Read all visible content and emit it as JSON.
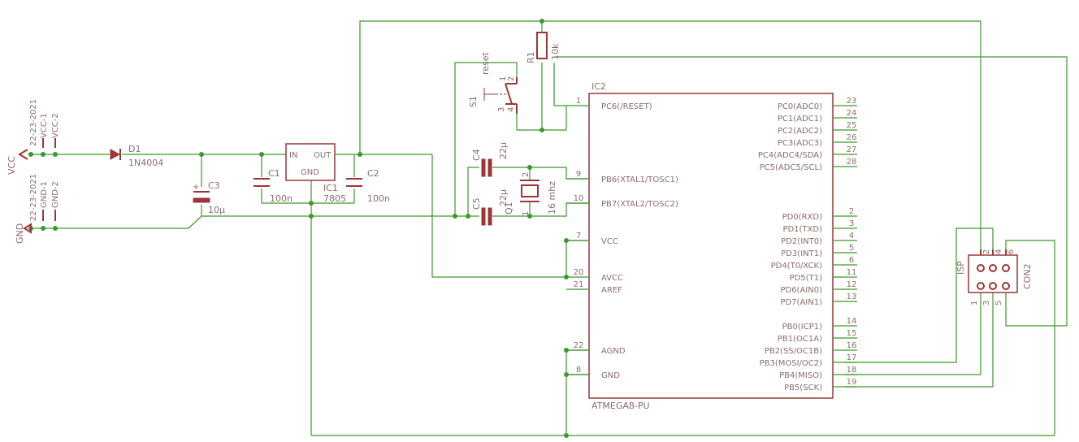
{
  "labels": {
    "vcc": "VCC",
    "gnd": "GND",
    "vcc_conn_a": "22-23-2021",
    "vcc_conn_b": "VCC-1",
    "vcc_conn_c": "VCC-2",
    "gnd_conn_a": "22-23-2021",
    "gnd_conn_b": "GND-1",
    "gnd_conn_c": "GND-2",
    "d1": "D1",
    "d1_value": "1N4004",
    "c3": "C3",
    "c3_value": "10µ",
    "c1": "C1",
    "c1_value": "100n",
    "ic1_in": "IN",
    "ic1_out": "OUT",
    "ic1_gnd": "GND",
    "ic1": "IC1",
    "ic1_value": "7805",
    "c2": "C2",
    "c2_value": "100n",
    "s1": "S1",
    "s1_value": "reset",
    "s1_pin1": "1",
    "s1_pin2": "2",
    "s1_pin3": "3",
    "s1_pin4": "4",
    "r1": "R1",
    "r1_value": "10k",
    "c4": "C4",
    "c4_value": "22µ",
    "c5": "C5",
    "c5_value": "22µ",
    "q1": "Q1",
    "q1_value": "16 mhz",
    "q1_pin1": "1",
    "q1_pin2": "2",
    "ic2": "IC2",
    "ic2_value": "ATMEGA8-PU",
    "con2": "CON2",
    "isp": "ISP",
    "isp_pins": [
      "2",
      "4",
      "6",
      "1",
      "3",
      "5"
    ]
  },
  "ic2_left_pins": [
    {
      "num": "1",
      "name": "PC6(/RESET)"
    },
    {
      "num": "9",
      "name": "PB6(XTAL1/TOSC1)"
    },
    {
      "num": "10",
      "name": "PB7(XTAL2/TOSC2)"
    },
    {
      "num": "7",
      "name": "VCC"
    },
    {
      "num": "20",
      "name": "AVCC"
    },
    {
      "num": "21",
      "name": "AREF"
    },
    {
      "num": "22",
      "name": "AGND"
    },
    {
      "num": "8",
      "name": "GND"
    }
  ],
  "ic2_right_pins": [
    {
      "num": "23",
      "name": "PC0(ADC0)"
    },
    {
      "num": "24",
      "name": "PC1(ADC1)"
    },
    {
      "num": "25",
      "name": "PC2(ADC2)"
    },
    {
      "num": "26",
      "name": "PC3(ADC3)"
    },
    {
      "num": "27",
      "name": "PC4(ADC4/SDA)"
    },
    {
      "num": "28",
      "name": "PC5(ADC5/SCL)"
    },
    {
      "num": "2",
      "name": "PD0(RXD)"
    },
    {
      "num": "3",
      "name": "PD1(TXD)"
    },
    {
      "num": "4",
      "name": "PD2(INT0)"
    },
    {
      "num": "5",
      "name": "PD3(INT1)"
    },
    {
      "num": "6",
      "name": "PD4(T0/XCK)"
    },
    {
      "num": "11",
      "name": "PD5(T1)"
    },
    {
      "num": "12",
      "name": "PD6(AIN0)"
    },
    {
      "num": "13",
      "name": "PD7(AIN1)"
    },
    {
      "num": "14",
      "name": "PB0(ICP1)"
    },
    {
      "num": "15",
      "name": "PB1(OC1A)"
    },
    {
      "num": "16",
      "name": "PB2(SS/OC1B)"
    },
    {
      "num": "17",
      "name": "PB3(MOSI/OC2)"
    },
    {
      "num": "18",
      "name": "PB4(MISO)"
    },
    {
      "num": "19",
      "name": "PB5(SCK)"
    }
  ]
}
